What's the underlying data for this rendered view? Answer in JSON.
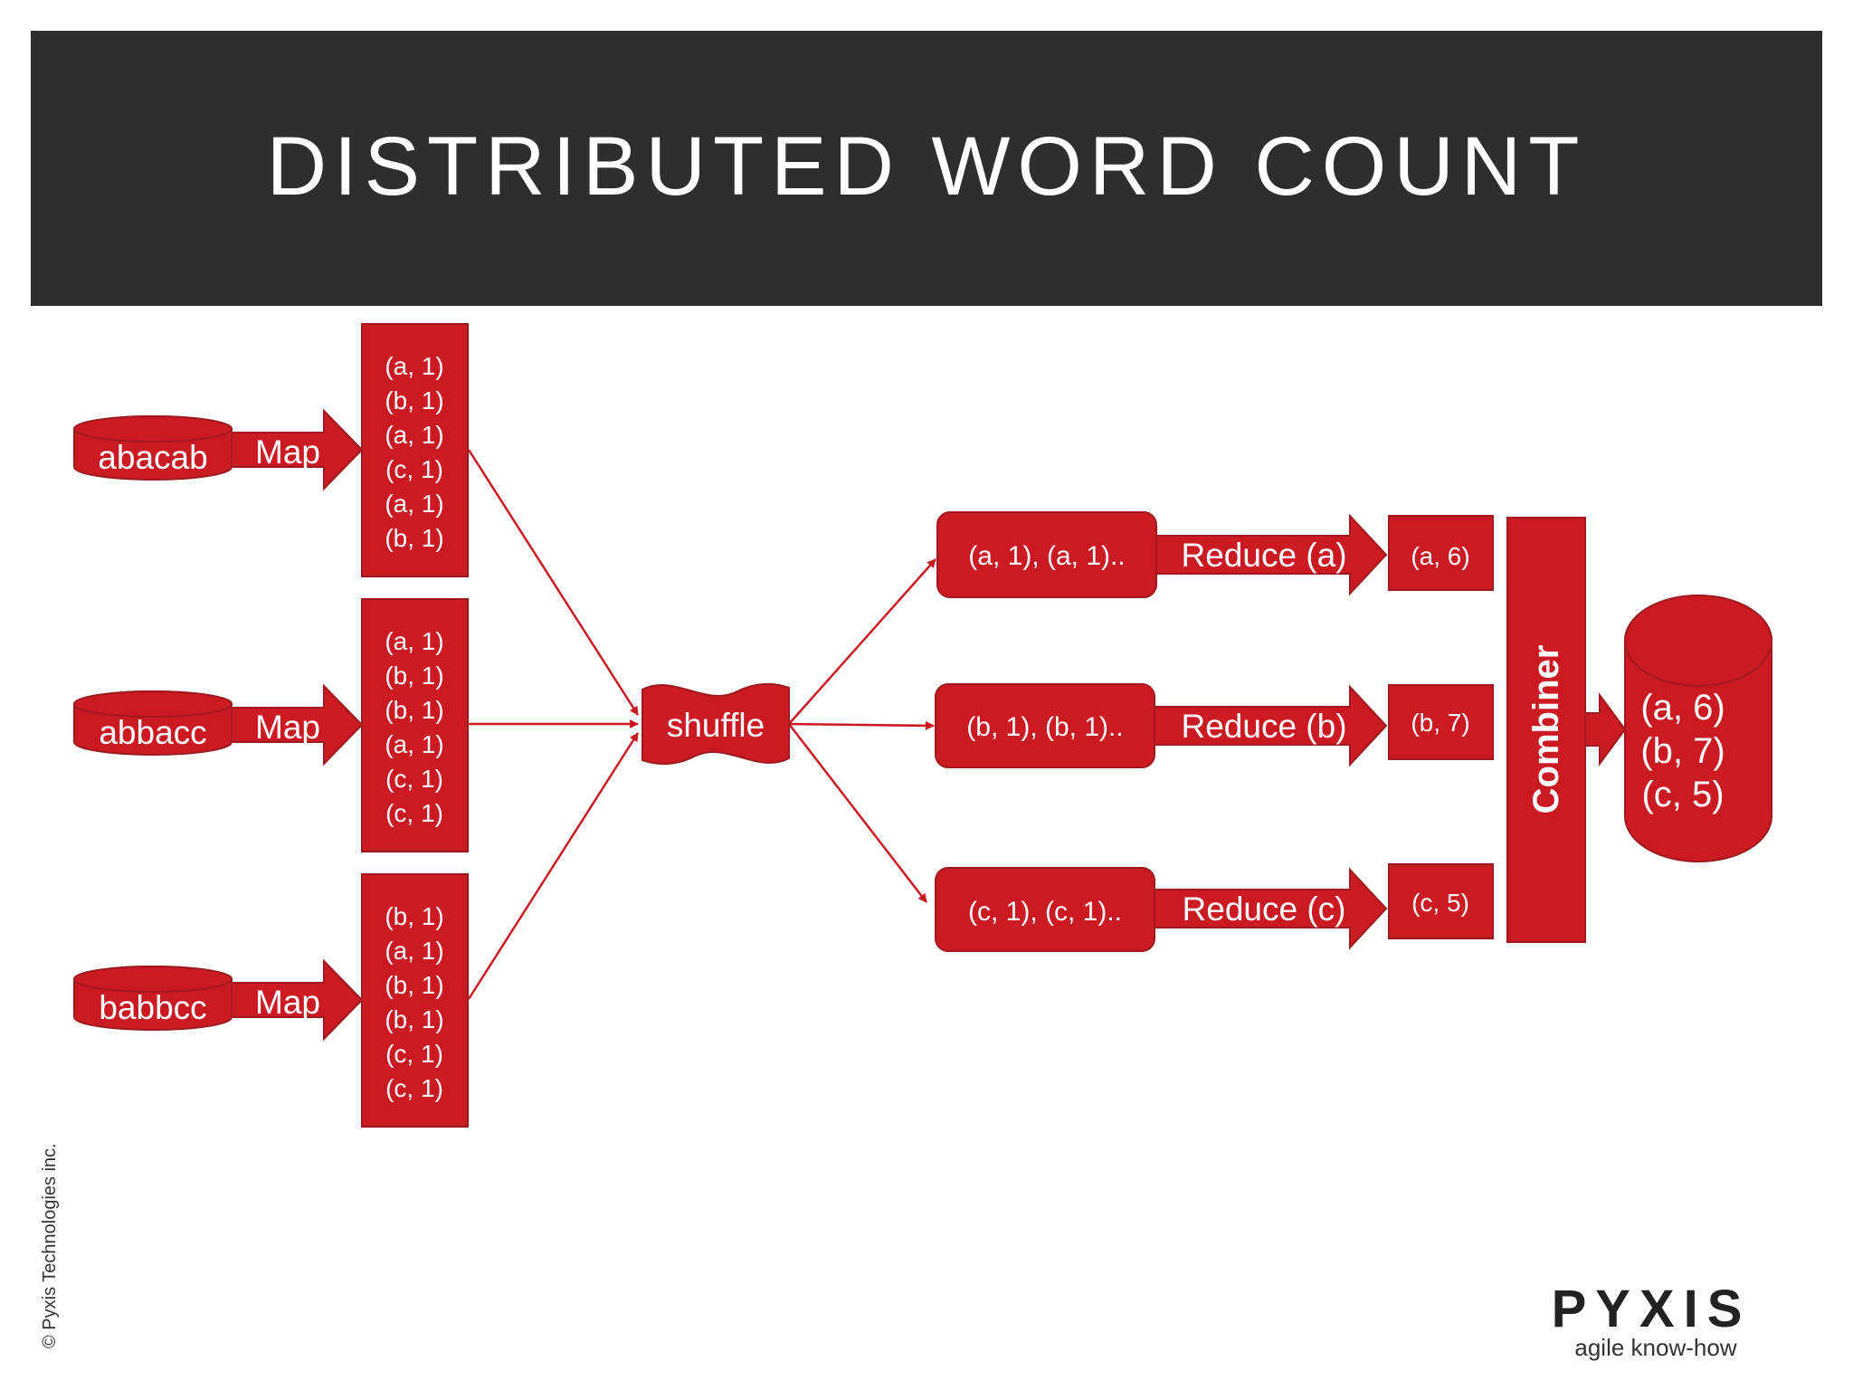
{
  "title": "DISTRIBUTED WORD COUNT",
  "copyright": "© Pyxis Technologies inc.",
  "inputs": [
    "abacab",
    "abbacc",
    "babbcc"
  ],
  "map_label": "Map",
  "map_outputs": [
    [
      "(a, 1)",
      "(b, 1)",
      "(a, 1)",
      "(c, 1)",
      "(a, 1)",
      "(b, 1)"
    ],
    [
      "(a, 1)",
      "(b, 1)",
      "(b, 1)",
      "(a, 1)",
      "(c, 1)",
      "(c, 1)"
    ],
    [
      "(b, 1)",
      "(a, 1)",
      "(b, 1)",
      "(b, 1)",
      "(c, 1)",
      "(c, 1)"
    ]
  ],
  "shuffle_label": "shuffle",
  "groups": [
    "(a, 1), (a, 1)..",
    "(b, 1), (b, 1)..",
    "(c, 1), (c, 1).."
  ],
  "reduce_labels": [
    "Reduce (a)",
    "Reduce (b)",
    "Reduce (c)"
  ],
  "results": [
    "(a, 6)",
    "(b, 7)",
    "(c, 5)"
  ],
  "combiner_label": "Combiner",
  "final_output": [
    "(a, 6)",
    "(b, 7)",
    "(c, 5)"
  ],
  "logo": {
    "name": "PYXIS",
    "tagline": "agile know-how"
  },
  "colors": {
    "red": "#cc1a22",
    "red_border": "#9e1a1e",
    "title_bg": "#2e2e2e"
  }
}
